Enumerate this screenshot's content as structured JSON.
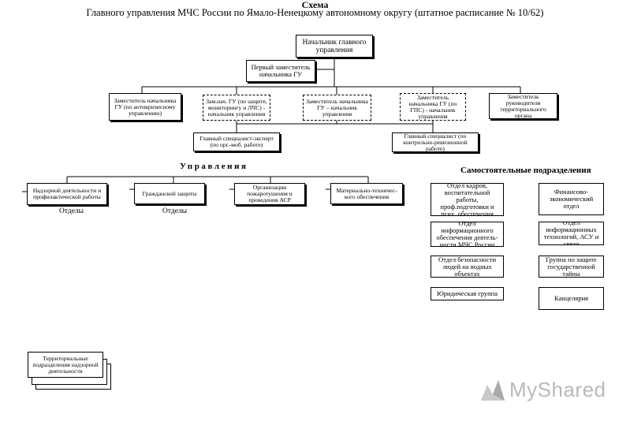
{
  "header": {
    "title": "Схема",
    "subtitle": "Главного управления МЧС России   по Ямало-Ненецкому автономному округу (штатное расписание № 10/62)"
  },
  "top": {
    "head": "Начальник главного управления",
    "first_deputy": "Первый заместитель начальника ГУ"
  },
  "deputies": [
    "Заместитель начальника ГУ (по антикризисному управлению)",
    "Зам.нач. ГУ (по защите, мониторингу и ЛЧС) - начальник управления",
    "Заместитель начальника ГУ – начальник управления",
    "Заместитель начальника ГУ (по ГПС) - начальник управления",
    "Заместитель руководителя территориального органа"
  ],
  "specialists": [
    "Главный специалист-эксперт (по орг.-моб. работе)",
    "Главный специалист (по контрольно-ревизионной работе)"
  ],
  "departments": {
    "heading": "Управления",
    "items": [
      "Надзорной деятельности и профилактической работы",
      "Гражданской защиты",
      "Организации пожаротушения и проведения АСР",
      "Материально-техничес-кого обеспечения"
    ],
    "sub_label": "Отделы"
  },
  "independent": {
    "heading": "Самостоятельные подразделения",
    "left": [
      "Отдел кадров, воспитательной работы, проф.подготовки и псих. обеспечения",
      "Отдел информационного обеспечения деятель-ности МЧС России",
      "Отдел безопасности людей на водных объектах",
      "Юридическая группа"
    ],
    "right": [
      "Финансово-экономический отдел",
      "Отдел информационных технологий, АСУ и связи",
      "Группа по защите государственной тайны",
      "Канцелярия"
    ]
  },
  "territorial": "Территориальные подразделения надзорной деятельности",
  "watermark": "MyShared"
}
